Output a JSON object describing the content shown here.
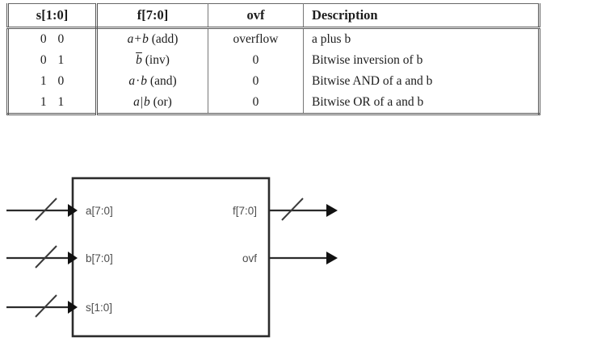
{
  "table": {
    "headers": [
      "s[1:0]",
      "f[7:0]",
      "ovf",
      "Description"
    ],
    "rows": [
      {
        "s": "0 0",
        "f_expr": "a + b",
        "f_a": "a",
        "f_op": "+",
        "f_b": "b",
        "f_tag": "(add)",
        "ovf": "overflow",
        "description": "a plus b"
      },
      {
        "s": "0 1",
        "f_expr": "b",
        "f_a": "",
        "f_op": "",
        "f_b": "b",
        "f_tag": "(inv)",
        "ovf": "0",
        "description": "Bitwise inversion of b"
      },
      {
        "s": "1 0",
        "f_expr": "a · b",
        "f_a": "a",
        "f_op": "·",
        "f_b": "b",
        "f_tag": "(and)",
        "ovf": "0",
        "description": "Bitwise AND of a and b"
      },
      {
        "s": "1 1",
        "f_expr": "a | b",
        "f_a": "a",
        "f_op": "|",
        "f_b": "b",
        "f_tag": "(or)",
        "ovf": "0",
        "description": "Bitwise OR of a and b"
      }
    ]
  },
  "diagram": {
    "inputs": [
      {
        "label": "a[7:0]",
        "bus": true
      },
      {
        "label": "b[7:0]",
        "bus": true
      },
      {
        "label": "s[1:0]",
        "bus": true
      }
    ],
    "outputs": [
      {
        "label": "f[7:0]",
        "bus": true
      },
      {
        "label": "ovf",
        "bus": false
      }
    ],
    "colors": {
      "wire": "#2b2b2b",
      "box_stroke": "#2b2b2b",
      "box_fill": "#ffffff",
      "label": "#4d4d4d"
    }
  }
}
